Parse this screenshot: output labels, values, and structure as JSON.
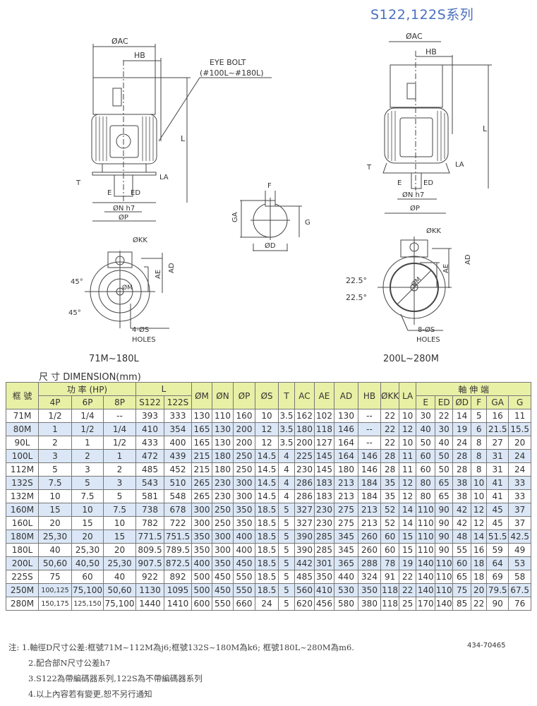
{
  "title": "S122,122S系列",
  "drawings": {
    "phi_ac": "ØAC",
    "hb": "HB",
    "eye_bolt": "EYE BOLT",
    "eye_bolt_range": "(#100L~#180L)",
    "l": "L",
    "t": "T",
    "la": "LA",
    "e": "E",
    "ed": "ED",
    "phi_n": "ØN h7",
    "phi_p": "ØP",
    "f": "F",
    "ga": "GA",
    "g": "G",
    "phi_d": "ØD",
    "phi_kk": "ØKK",
    "ae": "AE",
    "ad": "AD",
    "angle_45": "45°",
    "phi_m": "ØM",
    "holes_4": "4-ØS",
    "holes": "HOLES",
    "range_small": "71M~180L",
    "angle_22": "22.5°",
    "holes_8": "8-ØS",
    "range_large": "200L~280M"
  },
  "table": {
    "caption": "尺 寸 DIMENSION(mm)",
    "headers": {
      "frame": "框 號",
      "power": "功  率 (HP)",
      "l": "L",
      "shaft": "軸    伸    端",
      "p4": "4P",
      "p6": "6P",
      "p8": "8P",
      "s122": "S122",
      "s122s": "122S",
      "m": "ØM",
      "n": "ØN",
      "p": "ØP",
      "s": "ØS",
      "t": "T",
      "ac": "AC",
      "ae": "AE",
      "ad": "AD",
      "hb": "HB",
      "kk": "ØKK",
      "la": "LA",
      "e": "E",
      "ed": "ED",
      "d": "ØD",
      "f": "F",
      "ga": "GA",
      "g": "G"
    },
    "rows": [
      [
        "71M",
        "1/2",
        "1/4",
        "--",
        "393",
        "333",
        "130",
        "110",
        "160",
        "10",
        "3.5",
        "162",
        "102",
        "130",
        "--",
        "22",
        "10",
        "30",
        "22",
        "14",
        "5",
        "16",
        "11"
      ],
      [
        "80M",
        "1",
        "1/2",
        "1/4",
        "410",
        "354",
        "165",
        "130",
        "200",
        "12",
        "3.5",
        "180",
        "118",
        "146",
        "--",
        "22",
        "12",
        "40",
        "30",
        "19",
        "6",
        "21.5",
        "15.5"
      ],
      [
        "90L",
        "2",
        "1",
        "1/2",
        "433",
        "400",
        "165",
        "130",
        "200",
        "12",
        "3.5",
        "200",
        "127",
        "164",
        "--",
        "22",
        "10",
        "50",
        "40",
        "24",
        "8",
        "27",
        "20"
      ],
      [
        "100L",
        "3",
        "2",
        "1",
        "472",
        "439",
        "215",
        "180",
        "250",
        "14.5",
        "4",
        "225",
        "145",
        "164",
        "146",
        "28",
        "11",
        "60",
        "50",
        "28",
        "8",
        "31",
        "24"
      ],
      [
        "112M",
        "5",
        "3",
        "2",
        "485",
        "452",
        "215",
        "180",
        "250",
        "14.5",
        "4",
        "230",
        "145",
        "180",
        "146",
        "28",
        "11",
        "60",
        "50",
        "28",
        "8",
        "31",
        "24"
      ],
      [
        "132S",
        "7.5",
        "5",
        "3",
        "543",
        "510",
        "265",
        "230",
        "300",
        "14.5",
        "4",
        "286",
        "183",
        "213",
        "184",
        "35",
        "12",
        "80",
        "65",
        "38",
        "10",
        "41",
        "33"
      ],
      [
        "132M",
        "10",
        "7.5",
        "5",
        "581",
        "548",
        "265",
        "230",
        "300",
        "14.5",
        "4",
        "286",
        "183",
        "213",
        "184",
        "35",
        "12",
        "80",
        "65",
        "38",
        "10",
        "41",
        "33"
      ],
      [
        "160M",
        "15",
        "10",
        "7.5",
        "738",
        "678",
        "300",
        "250",
        "350",
        "18.5",
        "5",
        "327",
        "230",
        "275",
        "213",
        "52",
        "14",
        "110",
        "90",
        "42",
        "12",
        "45",
        "37"
      ],
      [
        "160L",
        "20",
        "15",
        "10",
        "782",
        "722",
        "300",
        "250",
        "350",
        "18.5",
        "5",
        "327",
        "230",
        "275",
        "213",
        "52",
        "14",
        "110",
        "90",
        "42",
        "12",
        "45",
        "37"
      ],
      [
        "180M",
        "25,30",
        "20",
        "15",
        "771.5",
        "751.5",
        "350",
        "300",
        "400",
        "18.5",
        "5",
        "390",
        "285",
        "345",
        "260",
        "60",
        "15",
        "110",
        "90",
        "48",
        "14",
        "51.5",
        "42.5"
      ],
      [
        "180L",
        "40",
        "25,30",
        "20",
        "809.5",
        "789.5",
        "350",
        "300",
        "400",
        "18.5",
        "5",
        "390",
        "285",
        "345",
        "260",
        "60",
        "15",
        "110",
        "90",
        "55",
        "16",
        "59",
        "49"
      ],
      [
        "200L",
        "50,60",
        "40,50",
        "25,30",
        "907.5",
        "872.5",
        "400",
        "350",
        "450",
        "18.5",
        "5",
        "442",
        "301",
        "365",
        "288",
        "78",
        "19",
        "140",
        "110",
        "60",
        "18",
        "64",
        "53"
      ],
      [
        "225S",
        "75",
        "60",
        "40",
        "922",
        "892",
        "500",
        "450",
        "550",
        "18.5",
        "5",
        "485",
        "350",
        "440",
        "324",
        "91",
        "22",
        "140",
        "110",
        "65",
        "18",
        "69",
        "58"
      ],
      [
        "250M",
        "100,125",
        "75,100",
        "50,60",
        "1130",
        "1095",
        "500",
        "450",
        "550",
        "18.5",
        "5",
        "560",
        "410",
        "530",
        "350",
        "118",
        "22",
        "140",
        "110",
        "75",
        "20",
        "79.5",
        "67.5"
      ],
      [
        "280M",
        "150,175",
        "125,150",
        "75,100",
        "1440",
        "1410",
        "600",
        "550",
        "660",
        "24",
        "5",
        "620",
        "456",
        "580",
        "380",
        "118",
        "25",
        "170",
        "140",
        "85",
        "22",
        "90",
        "76"
      ]
    ]
  },
  "notes": [
    "注: 1.軸徑D尺寸公差:框號71M~112M為j6;框號132S~180M為k6; 框號180L~280M為m6.",
    "2.配合部N尺寸公差h7",
    "3.S122為帶編碼器系列,122S為不帶編碼器系列",
    "4.以上內容若有變更,恕不另行通知"
  ],
  "doc_number": "434-70465"
}
